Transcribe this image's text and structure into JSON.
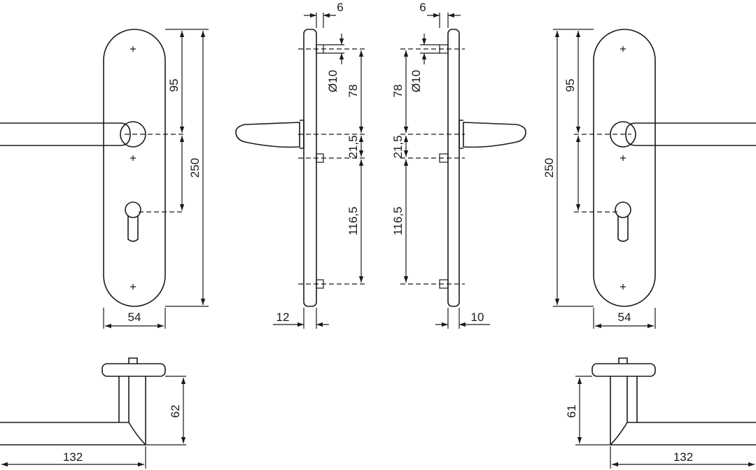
{
  "dimensions": {
    "width_54": "54",
    "height_250": "250",
    "spacing_95": "95",
    "spacing_78": "78",
    "spacing_21_5": "21,5",
    "spacing_116_5": "116,5",
    "bore_10": "Ø10",
    "offset_6": "6",
    "thickness_12": "12",
    "thickness_10": "10",
    "length_132": "132",
    "height_62": "62",
    "height_61": "61"
  }
}
